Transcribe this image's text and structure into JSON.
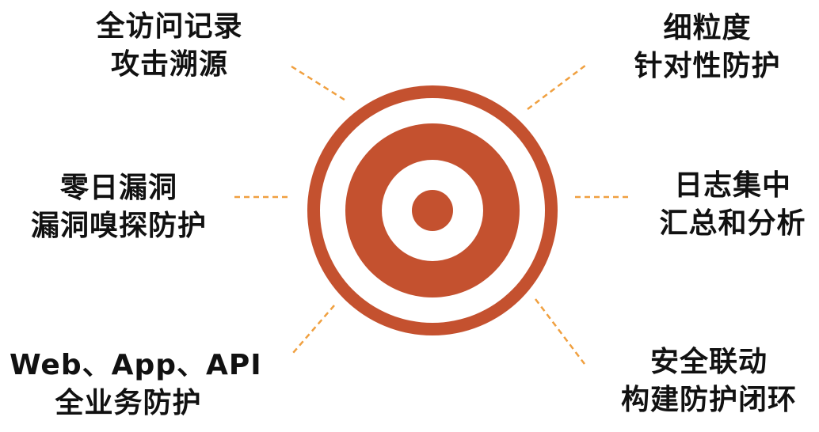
{
  "colors": {
    "accent": "#c4512f",
    "connector": "#f0a040",
    "text": "#111111",
    "background": "#ffffff"
  },
  "center_icon": "target-icon",
  "labels": {
    "top_left": {
      "line1": "全访问记录",
      "line2": "攻击溯源"
    },
    "mid_left": {
      "line1": "零日漏洞",
      "line2": "漏洞嗅探防护"
    },
    "bottom_left": {
      "line1": "Web、App、API",
      "line2": "全业务防护"
    },
    "top_right": {
      "line1": "细粒度",
      "line2": "针对性防护"
    },
    "mid_right": {
      "line1": "日志集中",
      "line2": "汇总和分析"
    },
    "bottom_right": {
      "line1": "安全联动",
      "line2": "构建防护闭环"
    }
  }
}
